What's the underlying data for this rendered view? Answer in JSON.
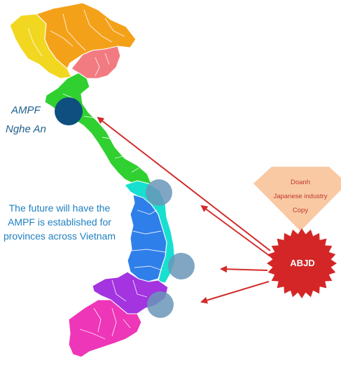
{
  "map": {
    "region_colors": {
      "north_west": "#f1d720",
      "north_central": "#f4a11a",
      "north_east": "#f27b82",
      "north_central_coast": "#2fd02f",
      "south_central_coast": "#18e0d0",
      "central_highlands": "#2f7fea",
      "south_east": "#a334e0",
      "mekong_delta": "#ee36b8"
    },
    "marker_color": "#0f4f80",
    "circle_color": "#6a96b8",
    "arrow_color": "#d22b2b"
  },
  "labels": {
    "ampf_line1": "AMPF",
    "ampf_line2": "Nghe An",
    "future_text": "The future will have the AMPF is established for provinces across Vietnam"
  },
  "diamond": {
    "color": "#f9c9a4",
    "line1": "Doanh",
    "line2": "Japanese industry",
    "line3": "Copy"
  },
  "badge": {
    "label": "ABJD",
    "color": "#d42626"
  }
}
